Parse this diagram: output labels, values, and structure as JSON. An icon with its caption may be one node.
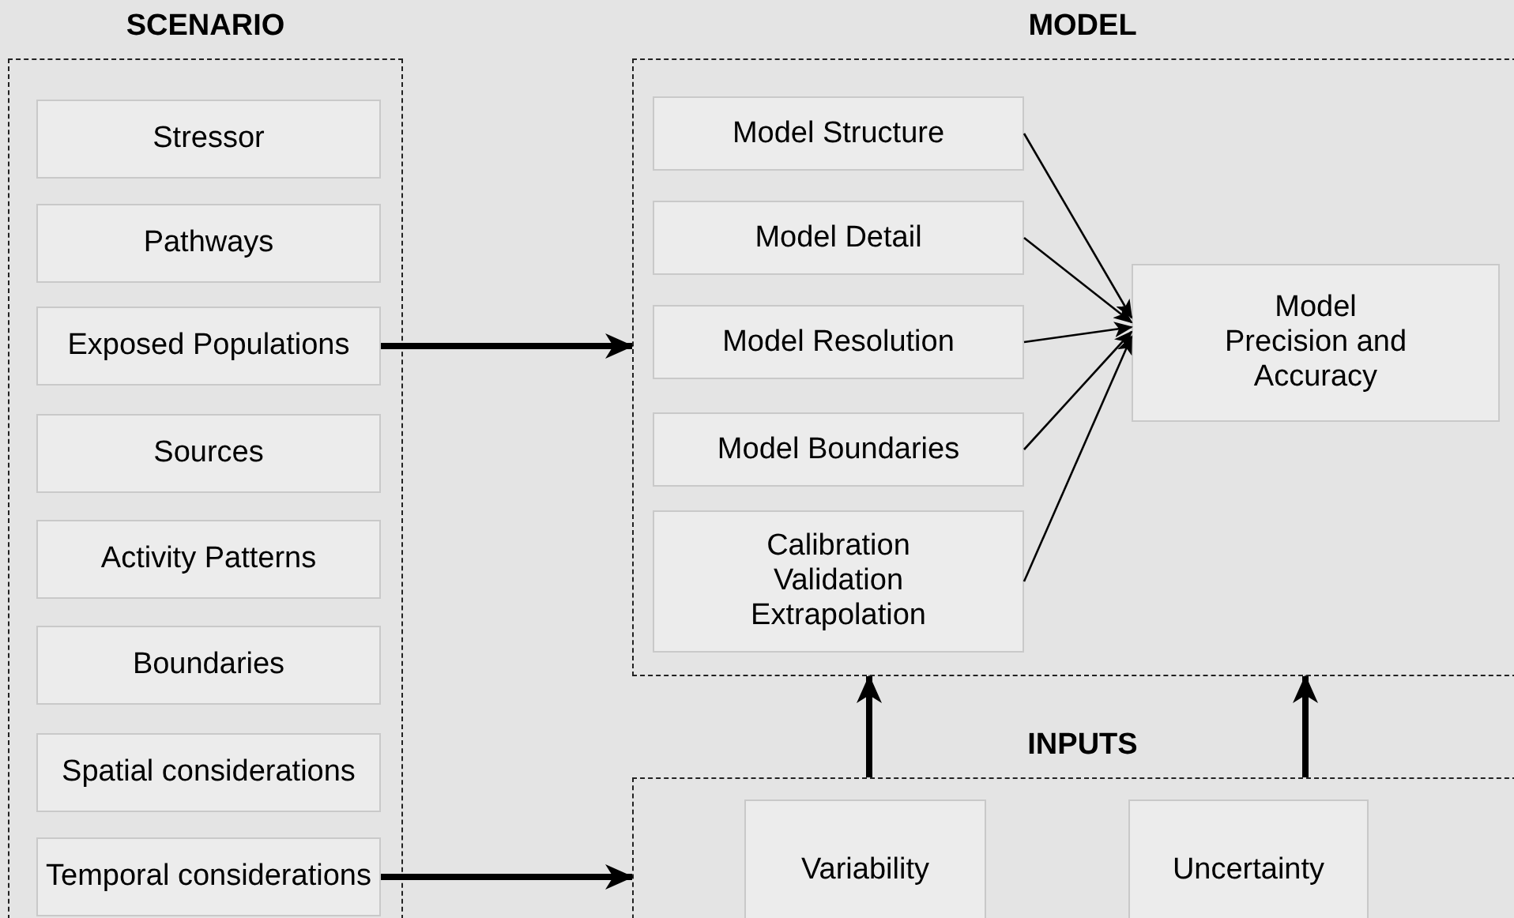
{
  "diagram": {
    "nodes": [
      {
        "text": [
          "SCENARIO"
        ]
      },
      {
        "text": [
          "Stressor"
        ],
        "in": 0
      },
      {
        "text": [
          "Pathways"
        ],
        "in": 0
      },
      {
        "text": [
          "Exposed Populations"
        ],
        "in": 0
      },
      {
        "text": [
          "Sources"
        ],
        "in": 0
      },
      {
        "text": [
          "Activity Patterns"
        ],
        "in": 0
      },
      {
        "text": [
          "Boundaries"
        ],
        "in": 0
      },
      {
        "text": [
          "Spatial considerations"
        ],
        "in": 0
      },
      {
        "text": [
          "Temporal considerations"
        ],
        "in": 0
      },
      {
        "text": [
          "MODEL"
        ]
      },
      {
        "text": [
          "Model Structure"
        ],
        "in": 9
      },
      {
        "text": [
          "Model Detail"
        ],
        "in": 9
      },
      {
        "text": [
          "Model Resolution"
        ],
        "in": 9
      },
      {
        "text": [
          "Model Boundaries"
        ],
        "in": 9
      },
      {
        "text": [
          "Calibration Validation Extrapolation"
        ],
        "in": 9
      },
      {
        "text": [
          "Model Precision and Accuracy"
        ],
        "in": 9
      },
      {
        "text": [
          "INPUTS"
        ]
      },
      {
        "text": [
          "Variability"
        ],
        "in": 16
      },
      {
        "text": [
          "Uncertainty"
        ],
        "in": 16
      }
    ],
    "edges": [
      {
        "from": 3,
        "to": 9,
        "arrow": "to",
        "style": "thick"
      },
      {
        "from": 8,
        "to": 16,
        "arrow": "to",
        "style": "thick"
      },
      {
        "from": 10,
        "to": 15,
        "arrow": "to"
      },
      {
        "from": 11,
        "to": 15,
        "arrow": "to"
      },
      {
        "from": 12,
        "to": 15,
        "arrow": "to"
      },
      {
        "from": 13,
        "to": 15,
        "arrow": "to"
      },
      {
        "from": 14,
        "to": 15,
        "arrow": "to"
      },
      {
        "from": 16,
        "to": 9,
        "arrow": "to",
        "style": "thick"
      },
      {
        "from": 16,
        "to": 9,
        "arrow": "to",
        "style": "thick"
      }
    ]
  }
}
